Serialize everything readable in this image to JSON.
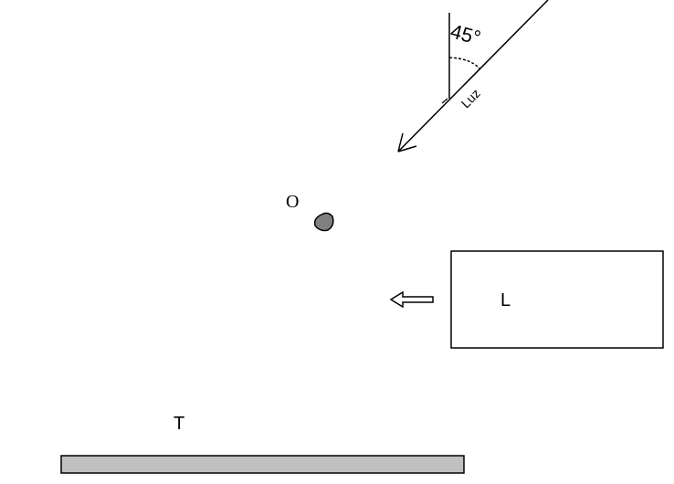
{
  "labels": {
    "angle": "45°",
    "light": "Luz",
    "object": "O",
    "box": "L",
    "table": "T"
  },
  "colors": {
    "stroke": "#000000",
    "object_fill": "#808080",
    "table_fill": "#c0c0c0",
    "background": "#ffffff"
  },
  "icons": {
    "light_arrow": "arrow-down-left-icon",
    "hollow_arrow": "hollow-arrow-left-icon"
  }
}
